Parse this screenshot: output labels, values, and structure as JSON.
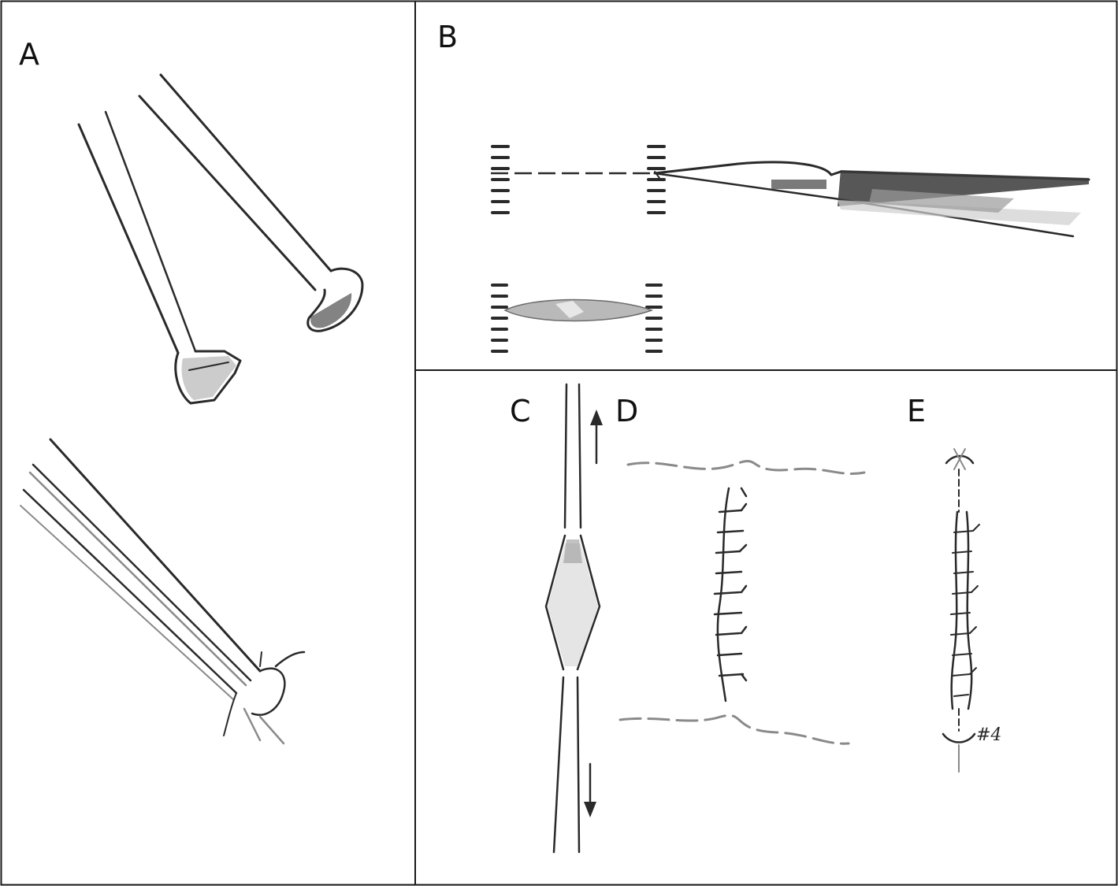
{
  "figure": {
    "panels": [
      {
        "id": "A",
        "label": "A"
      },
      {
        "id": "B",
        "label": "B"
      },
      {
        "id": "C",
        "label": "C"
      },
      {
        "id": "D",
        "label": "D"
      },
      {
        "id": "E",
        "label": "E"
      }
    ],
    "annotations": {
      "suture_size_note": "#4"
    },
    "colors": {
      "ink": "#2a2a2a",
      "border": "#1a1a1a",
      "shade": "#6b6b6b",
      "tissue": "#b9b9b9"
    }
  }
}
